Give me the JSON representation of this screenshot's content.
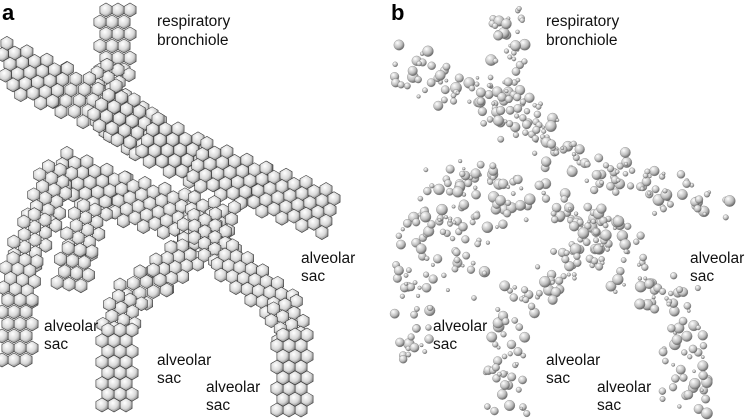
{
  "panels": [
    {
      "letter": "a",
      "labels": {
        "bronchiole_line1": "respiratory",
        "bronchiole_line2": "bronchiole",
        "sac1_line1": "alveolar",
        "sac1_line2": "sac",
        "sac2_line1": "alveolar",
        "sac2_line2": "sac",
        "sac3_line1": "alveolar",
        "sac3_line2": "sac",
        "sac4_line1": "alveolar",
        "sac4_line2": "sac"
      }
    },
    {
      "letter": "b",
      "labels": {
        "bronchiole_line1": "respiratory",
        "bronchiole_line2": "bronchiole",
        "sac1_line1": "alveolar",
        "sac1_line2": "sac",
        "sac2_line1": "alveolar",
        "sac2_line2": "sac",
        "sac3_line1": "alveolar",
        "sac3_line2": "sac",
        "sac4_line1": "alveolar",
        "sac4_line2": "sac"
      }
    }
  ],
  "colors": {
    "cell_light": "#f4f4f4",
    "cell_mid": "#bdbdbd",
    "cell_dark": "#5a5a5a",
    "outline": "#3a3a3a"
  }
}
